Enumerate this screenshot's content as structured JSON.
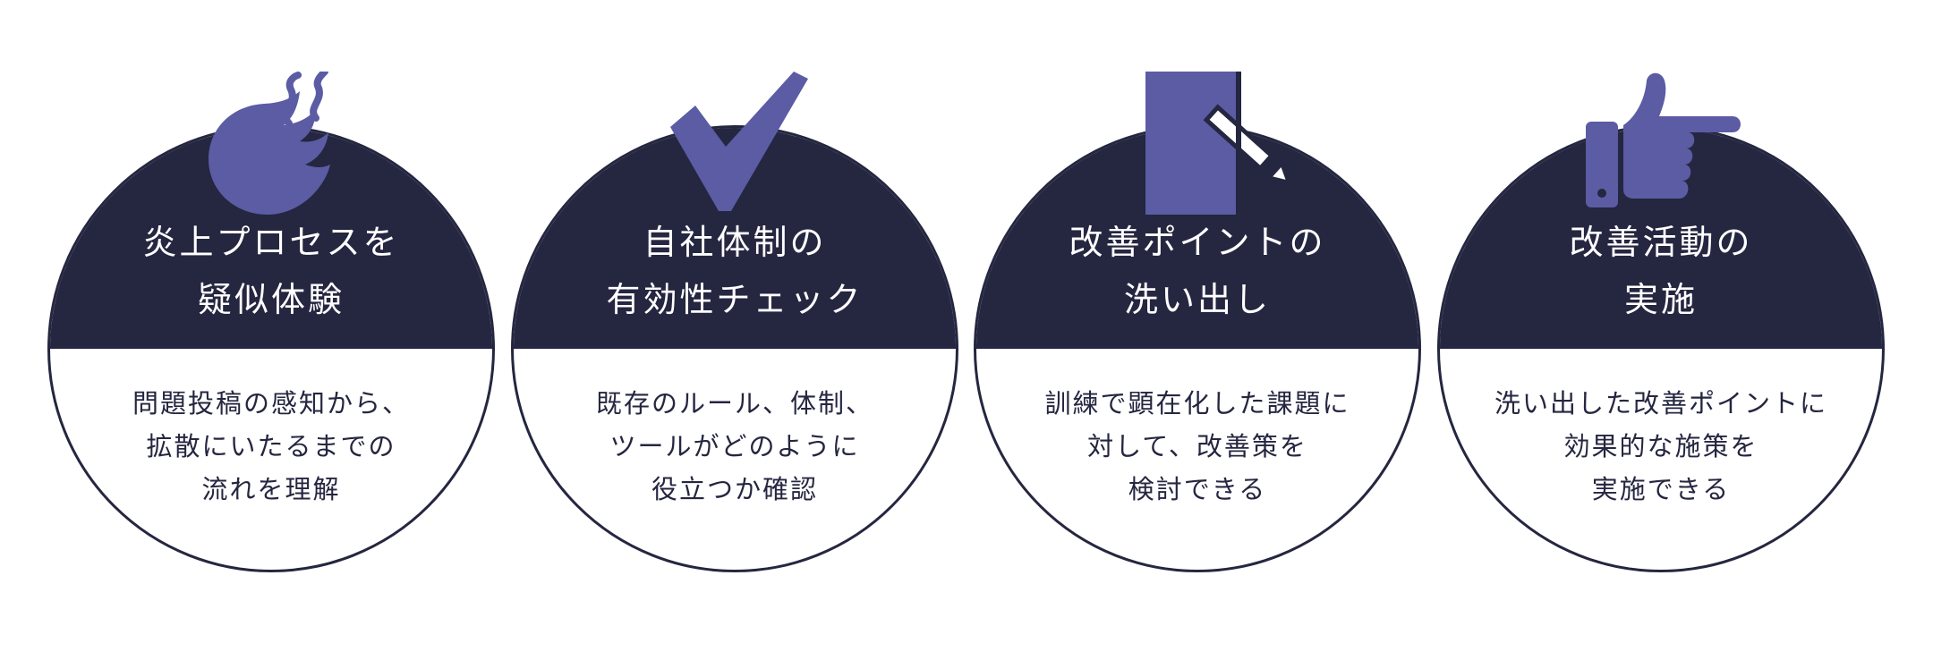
{
  "colors": {
    "navy": "#252640",
    "icon": "#5b5ca4",
    "white": "#ffffff"
  },
  "cards": [
    {
      "icon": "flame-icon",
      "title": [
        "炎上プロセスを",
        "疑似体験"
      ],
      "description": [
        "問題投稿の感知から、",
        "拡散にいたるまでの",
        "流れを理解"
      ]
    },
    {
      "icon": "checkmark-icon",
      "title": [
        "自社体制の",
        "有効性チェック"
      ],
      "description": [
        "既存のルール、体制、",
        "ツールがどのように",
        "役立つか確認"
      ]
    },
    {
      "icon": "document-pencil-icon",
      "title": [
        "改善ポイントの",
        "洗い出し"
      ],
      "description": [
        "訓練で顕在化した課題に",
        "対して、改善策を",
        "検討できる"
      ]
    },
    {
      "icon": "pointing-hand-icon",
      "title": [
        "改善活動の",
        "実施"
      ],
      "description": [
        "洗い出した改善ポイントに",
        "効果的な施策を",
        "実施できる"
      ]
    }
  ]
}
